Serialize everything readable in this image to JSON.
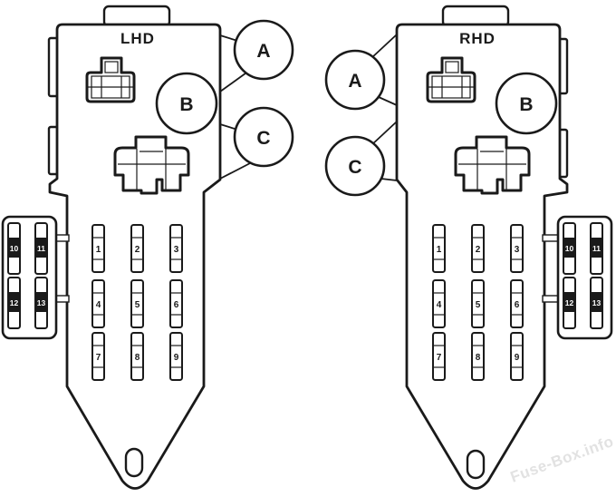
{
  "page": {
    "background": "#ffffff",
    "line_color": "#1a1a1a",
    "watermark": {
      "text": "Fuse-Box.info",
      "color": "#e2e2e2"
    }
  },
  "lhd": {
    "title": "LHD",
    "callouts": {
      "a": "A",
      "b": "B",
      "c": "C"
    },
    "fuses": [
      "1",
      "2",
      "3",
      "4",
      "5",
      "6",
      "7",
      "8",
      "9"
    ],
    "side_fuses": [
      "10",
      "11",
      "12",
      "13"
    ]
  },
  "rhd": {
    "title": "RHD",
    "callouts": {
      "a": "A",
      "b": "B",
      "c": "C"
    },
    "fuses": [
      "1",
      "2",
      "3",
      "4",
      "5",
      "6",
      "7",
      "8",
      "9"
    ],
    "side_fuses": [
      "10",
      "11",
      "12",
      "13"
    ]
  }
}
